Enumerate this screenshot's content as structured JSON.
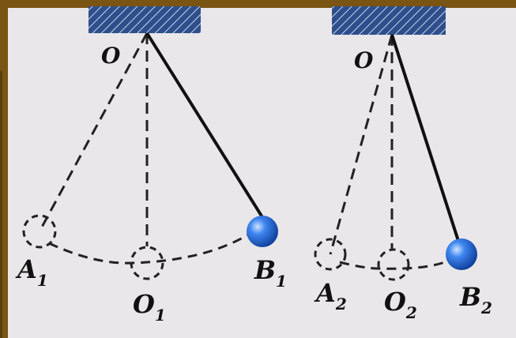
{
  "colors": {
    "frame": "#7a5412",
    "paper": "#e9e7e9",
    "ink": "#111111",
    "support_fill": "#2e4f8c",
    "bob_fill": "#1f5fd1"
  },
  "pendulum_1": {
    "pivot": "O",
    "left_position": {
      "letter": "A",
      "subscript": "1"
    },
    "center_position": {
      "letter": "O",
      "subscript": "1"
    },
    "right_position": {
      "letter": "B",
      "subscript": "1"
    }
  },
  "pendulum_2": {
    "pivot": "O",
    "left_position": {
      "letter": "A",
      "subscript": "2"
    },
    "center_position": {
      "letter": "O",
      "subscript": "2"
    },
    "right_position": {
      "letter": "B",
      "subscript": "2"
    }
  }
}
